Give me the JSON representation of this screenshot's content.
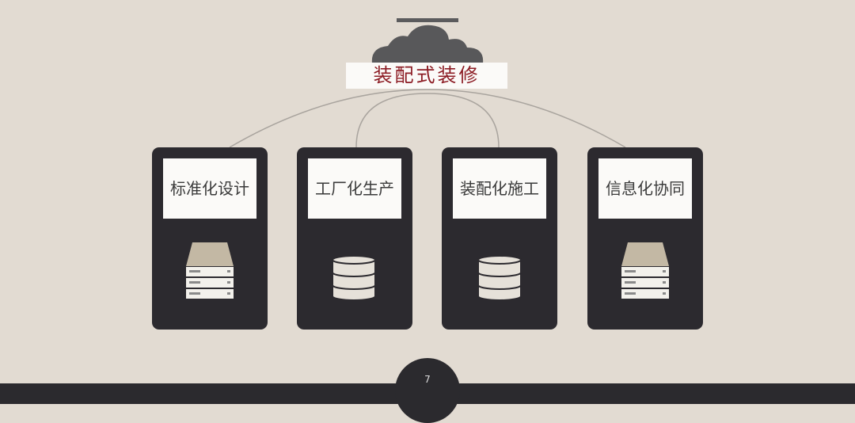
{
  "title": "装配式装修",
  "cards": [
    {
      "label": "标准化设计",
      "icon": "server-stack-icon"
    },
    {
      "label": "工厂化生产",
      "icon": "database-icon"
    },
    {
      "label": "装配化施工",
      "icon": "database-icon"
    },
    {
      "label": "信息化协同",
      "icon": "server-stack-icon"
    }
  ],
  "page_number": "7",
  "colors": {
    "background": "#e2dbd2",
    "card": "#2c2a2f",
    "title_text": "#8c1c24",
    "cloud": "#58585a"
  }
}
